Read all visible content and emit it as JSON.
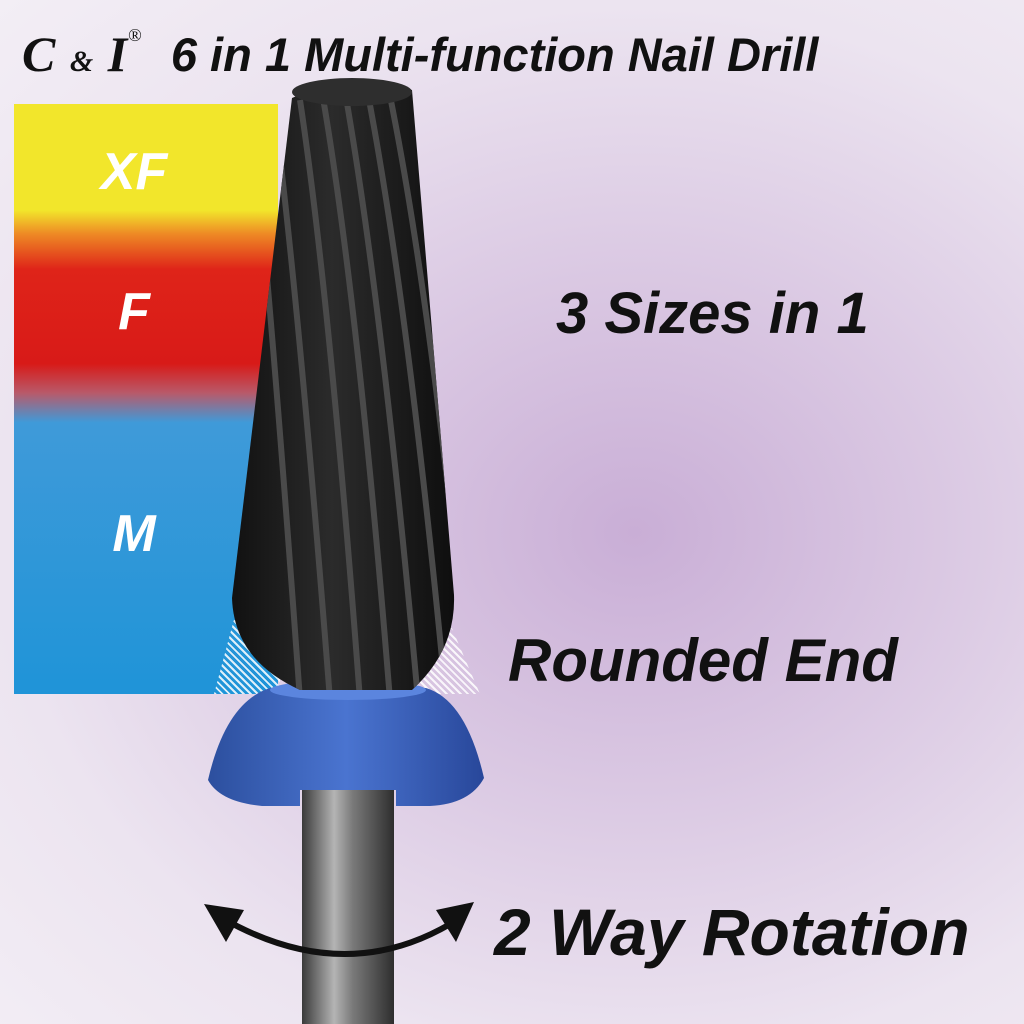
{
  "brand": {
    "name_c": "C",
    "name_amp": "&",
    "name_i": "I",
    "registered": "®"
  },
  "title": "6 in 1 Multi-function Nail Drill",
  "grit_levels": [
    "XF",
    "F",
    "M"
  ],
  "colors": {
    "xf": "#f2e62b",
    "f": "#d81a18",
    "m": "#1f94d8",
    "bit": "#1c1c1c",
    "collar": "#3d66c4"
  },
  "features": {
    "sizes": "3 Sizes in 1",
    "end": "Rounded End",
    "rotation": "2 Way Rotation"
  },
  "icons": {
    "rotation": "double-arrow-curve-icon"
  }
}
